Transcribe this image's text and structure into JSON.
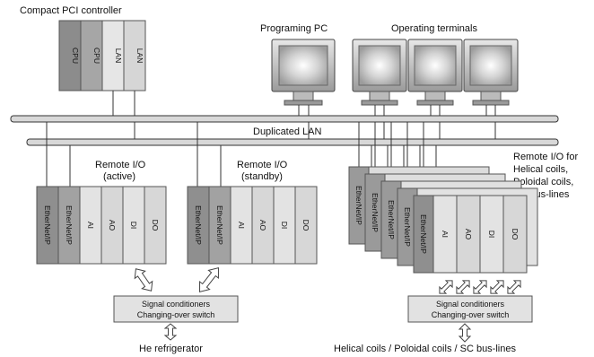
{
  "cpci": {
    "title": "Compact PCI controller",
    "slots": [
      "CPU",
      "CPU",
      "LAN",
      "LAN"
    ]
  },
  "pc": {
    "title": "Programing PC"
  },
  "terminals": {
    "title": "Operating terminals"
  },
  "lan": {
    "label": "Duplicated LAN"
  },
  "rio_active": {
    "title1": "Remote I/O",
    "title2": "(active)",
    "slots": [
      "EtherNet/IP",
      "EtherNet/IP",
      "AI",
      "AO",
      "DI",
      "DO"
    ]
  },
  "rio_standby": {
    "title1": "Remote I/O",
    "title2": "(standby)",
    "slots": [
      "EtherNet/IP",
      "EtherNet/IP",
      "AI",
      "AO",
      "DI",
      "DO"
    ]
  },
  "rio_coils": {
    "lines": [
      "Remote I/O for",
      "Helical coils,",
      "Poloidal coils,",
      "SC bus-lines"
    ],
    "stack_slot": "EtherNet/IP",
    "front_slots": [
      "EtherNet/IP",
      "AI",
      "AO",
      "DI",
      "DO"
    ]
  },
  "signal_left": {
    "line1": "Signal conditioners",
    "line2": "Changing-over switch"
  },
  "signal_right": {
    "line1": "Signal conditioners",
    "line2": "Changing-over switch"
  },
  "bottom_left": {
    "label": "He refrigerator"
  },
  "bottom_right": {
    "label": "Helical coils / Poloidal coils / SC bus-lines"
  }
}
